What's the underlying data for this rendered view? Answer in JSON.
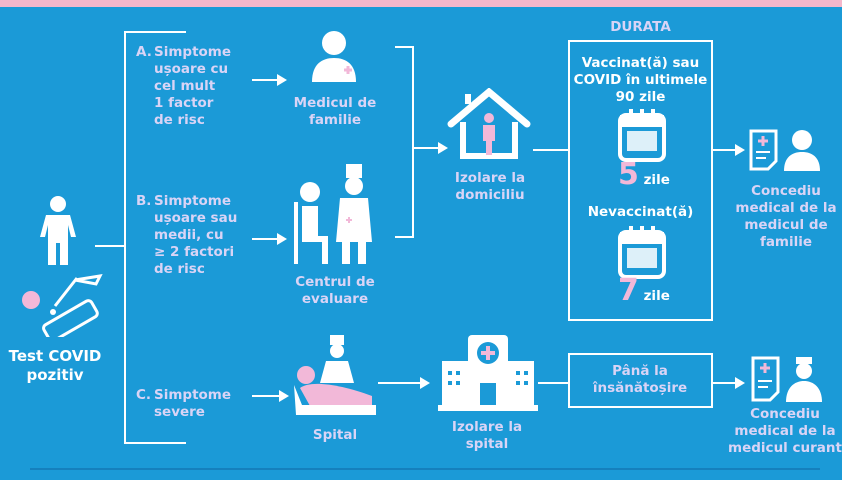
{
  "start": {
    "label": "Test COVID pozitiv"
  },
  "options": [
    {
      "letter": "A.",
      "text": "Simptome ușoare cu cel mult 1 factor de risc",
      "lines": [
        "Simptome",
        "ușoare cu",
        "cel mult",
        "1 factor",
        "de risc"
      ],
      "destination": "Medicul de familie"
    },
    {
      "letter": "B.",
      "text": "Simptome ușoare sau medii, cu ≥ 2 factori de risc",
      "lines": [
        "Simptome",
        "ușoare sau",
        "medii, cu",
        "≥ 2 factori",
        "de risc"
      ],
      "destination": "Centrul de evaluare"
    },
    {
      "letter": "C.",
      "text": "Simptome severe",
      "lines": [
        "Simptome",
        "severe"
      ],
      "destination": "Spital"
    }
  ],
  "home_isolation": {
    "label": "Izolare la domiciliu"
  },
  "hospital_isolation": {
    "label": "Izolare la spital"
  },
  "duration": {
    "title": "DURATA",
    "vaccinated": {
      "label": "Vaccinat(ă) sau COVID în ultimele 90 zile",
      "days": "5",
      "unit": "zile"
    },
    "unvaccinated": {
      "label": "Nevaccinat(ă)",
      "days": "7",
      "unit": "zile"
    },
    "hospital": "Până la însănătoșire"
  },
  "outcomes": {
    "family": "Concediu medical de la medicul de familie",
    "attending": "Concediu medical de la medicul curant"
  },
  "colors": {
    "background": "#1b9ad7",
    "accent_pink": "#f2b8d8",
    "text_lavender": "#d9d4f6"
  }
}
